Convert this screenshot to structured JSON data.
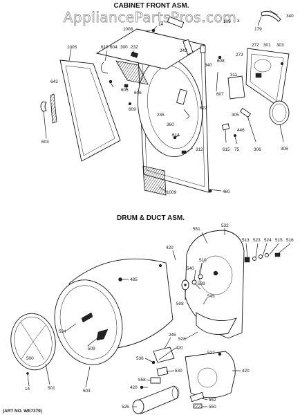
{
  "watermark": "AppliancePartsPros.com",
  "sections": {
    "cabinet_title": "CABINET FRONT ASM.",
    "drum_title": "DRUM & DUCT ASM."
  },
  "art_number": "(ART NO. WE7379)",
  "cabinet_parts": [
    "340",
    "179",
    "1008",
    "14",
    "109",
    "3",
    "243",
    "608",
    "273",
    "272",
    "301",
    "303",
    "1005",
    "610",
    "604",
    "300",
    "232",
    "340",
    "311",
    "643",
    "605",
    "606",
    "607",
    "609",
    "235",
    "622",
    "305",
    "360",
    "446",
    "614",
    "312",
    "603",
    "615",
    "75",
    "306",
    "308",
    "1009",
    "460"
  ],
  "drum_parts": [
    "551",
    "532",
    "420",
    "513",
    "523",
    "524",
    "515",
    "516",
    "485",
    "510",
    "540",
    "539",
    "508",
    "545",
    "534",
    "509",
    "528",
    "245",
    "420",
    "536",
    "530",
    "527",
    "558",
    "420",
    "500",
    "420",
    "14",
    "501",
    "503",
    "526",
    "552",
    "550"
  ]
}
